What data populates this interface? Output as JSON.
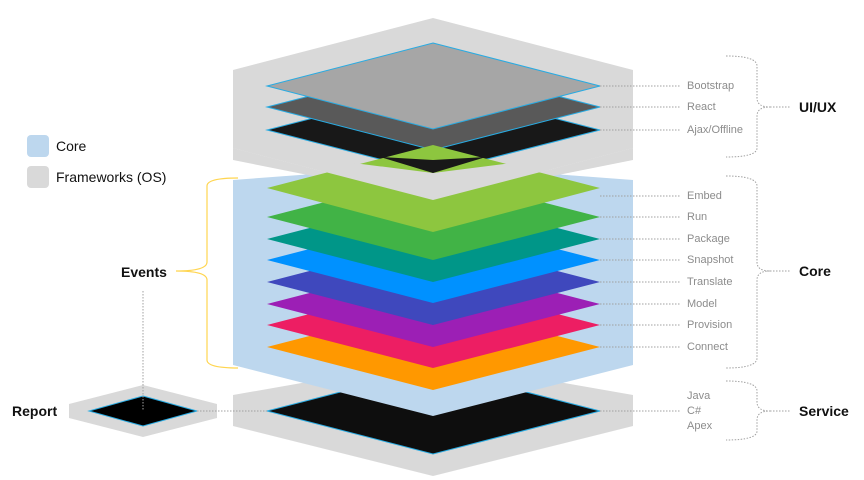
{
  "legend": {
    "items": [
      {
        "label": "Core",
        "color": "#bdd7ee"
      },
      {
        "label": "Frameworks (OS)",
        "color": "#d9d9d9"
      }
    ]
  },
  "groups": {
    "uiux": {
      "label": "UI/UX"
    },
    "core": {
      "label": "Core"
    },
    "service": {
      "label": "Service"
    },
    "events": {
      "label": "Events"
    },
    "report": {
      "label": "Report"
    }
  },
  "uiux_layers": [
    {
      "label": "Bootstrap",
      "color": "#a6a6a6"
    },
    {
      "label": "React",
      "color": "#595959"
    },
    {
      "label": "Ajax/Offline",
      "color": "#181818"
    }
  ],
  "core_layers": [
    {
      "label": "Embed",
      "color": "#8dc63f"
    },
    {
      "label": "Run",
      "color": "#41b346"
    },
    {
      "label": "Package",
      "color": "#009688"
    },
    {
      "label": "Snapshot",
      "color": "#0091ff"
    },
    {
      "label": "Translate",
      "color": "#3f48bd"
    },
    {
      "label": "Model",
      "color": "#9c1fb5"
    },
    {
      "label": "Provision",
      "color": "#ed1e63"
    },
    {
      "label": "Connect",
      "color": "#ff9800"
    }
  ],
  "service_layers": {
    "languages": [
      "Java",
      "C#",
      "Apex"
    ],
    "color": "#0e0e0e"
  },
  "colors": {
    "framework_gray": "#d9d9d9",
    "core_blue": "#bdd7ee",
    "outline_cyan": "#29abe2",
    "events_brace": "#ffd54f",
    "leader_line": "#a0a0a0"
  }
}
